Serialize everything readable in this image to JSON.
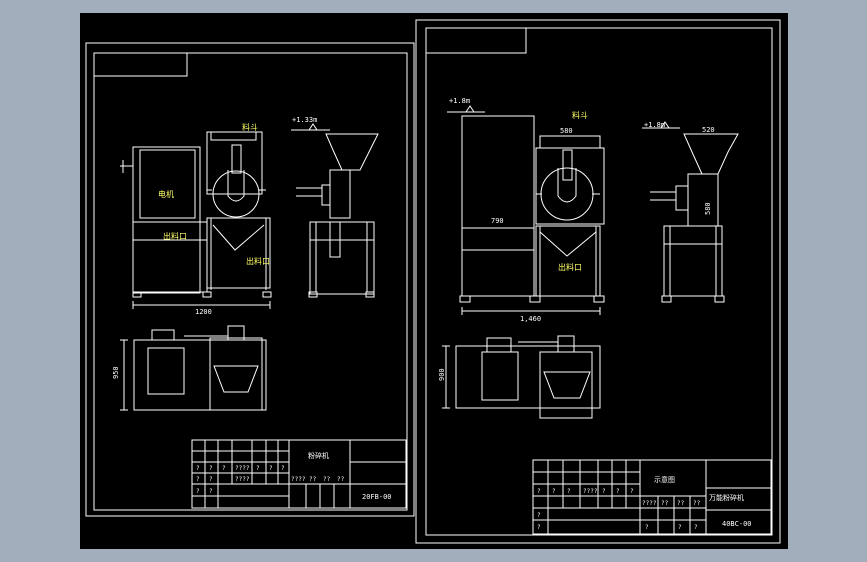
{
  "colors": {
    "background": "#a3aebd",
    "canvas": "#000000",
    "line": "#ffffff",
    "accent": "#ffff66"
  },
  "sheet_left": {
    "hopper_label": "料斗",
    "elevation": "+1.33m",
    "motor_label": "电机",
    "outlet_label_1": "出料口",
    "outlet_label_2": "出料口",
    "width_dim": "1200",
    "plan_dim": "950",
    "titleblock": {
      "title": "粉碎机",
      "drawing_no": "20FB-00",
      "cells_row1": [
        "?",
        "?",
        "?",
        "????",
        "?",
        "?",
        "?"
      ],
      "cells_row2": [
        "?",
        "?",
        "",
        "????"
      ],
      "cells_row3": [
        "????",
        "??",
        "??",
        "??"
      ],
      "cells_row4": [
        "?",
        "?"
      ]
    }
  },
  "sheet_right": {
    "hopper_label": "料斗",
    "elevation_1": "+1.8m",
    "elevation_2": "+1.8m",
    "dim_top_1": "580",
    "dim_top_2": "520",
    "dim_mid": "790",
    "dim_side": "580",
    "outlet_label": "出料口",
    "width_dim": "1,460",
    "plan_dim": "900",
    "titleblock": {
      "caption": "示意图",
      "title": "万能粉碎机",
      "drawing_no": "40BC-00",
      "cells_row1": [
        "?",
        "?",
        "?",
        "????",
        "?",
        "?",
        "?"
      ],
      "cells_row2": [
        "????",
        "??",
        "??",
        "??"
      ],
      "cells_row3": [
        "?",
        "?",
        "?",
        "?",
        "?"
      ]
    }
  }
}
